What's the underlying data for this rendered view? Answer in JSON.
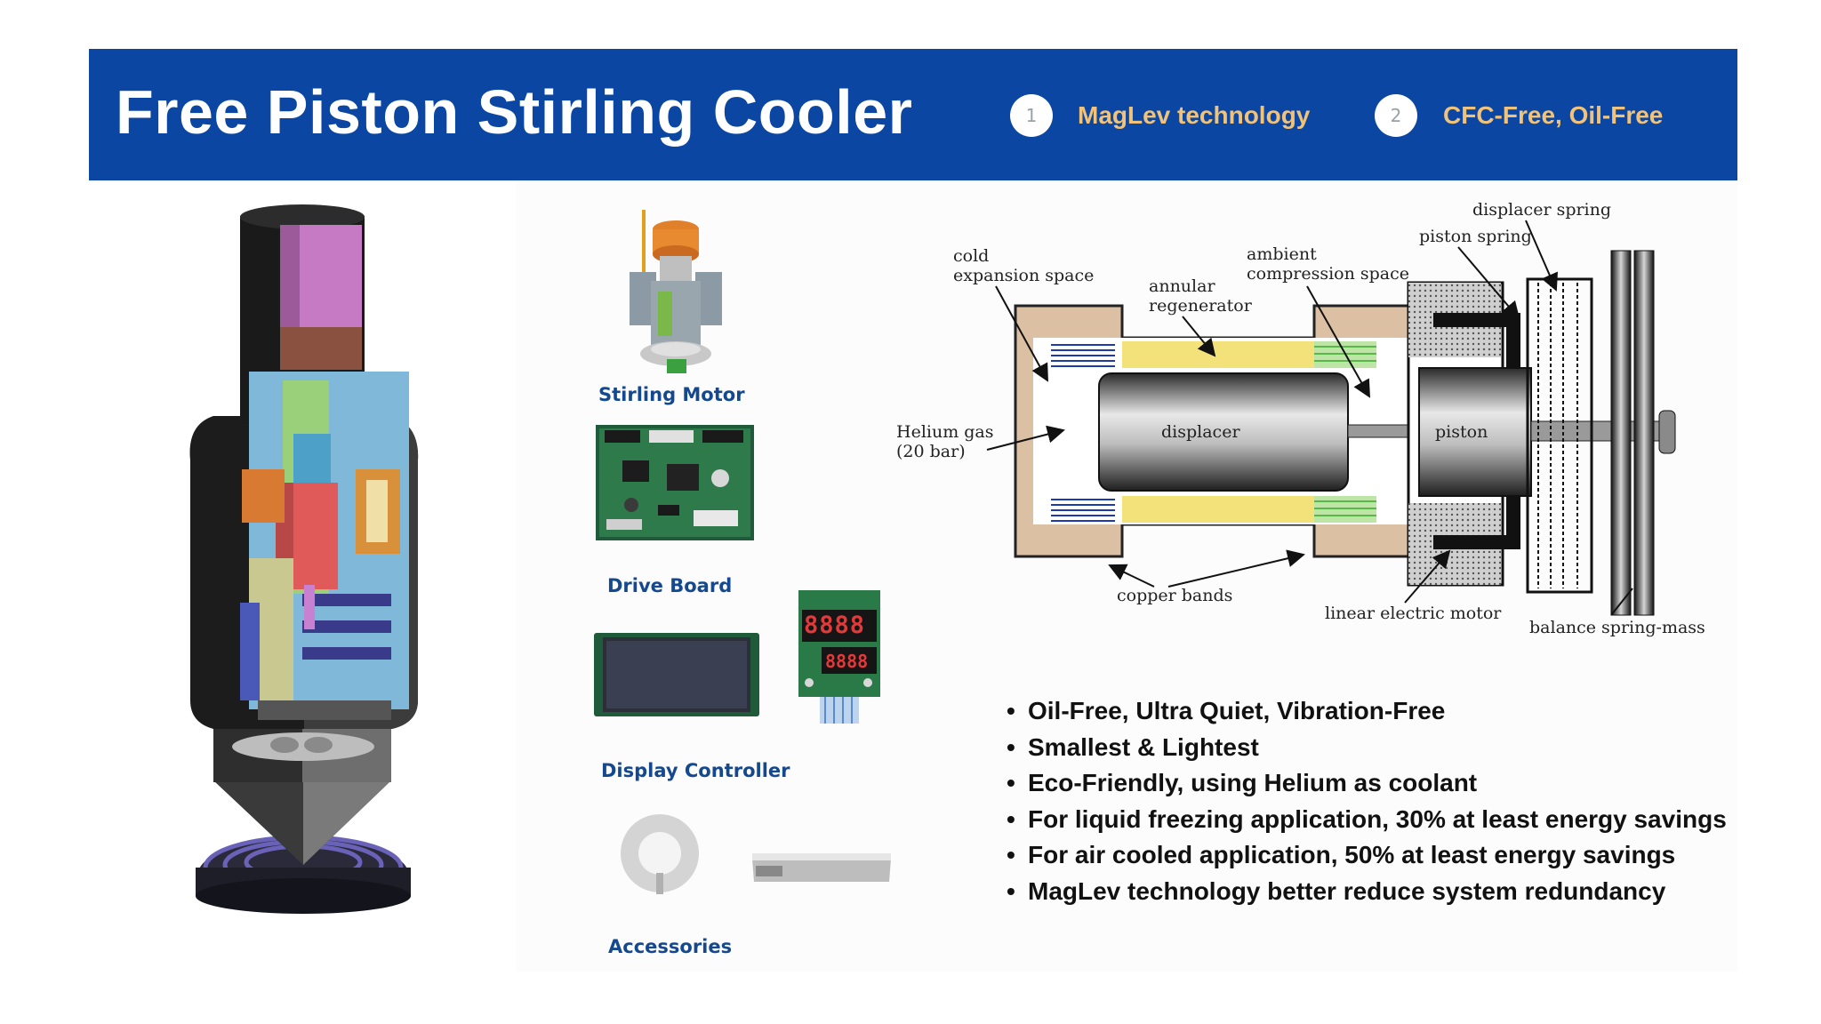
{
  "header": {
    "title": "Free Piston Stirling Cooler",
    "features": [
      {
        "number": "1",
        "label": "MagLev technology"
      },
      {
        "number": "2",
        "label": "CFC-Free,  Oil-Free"
      }
    ]
  },
  "products": {
    "stirling_motor": "Stirling Motor",
    "drive_board": "Drive Board",
    "display_controller": "Display Controller",
    "accessories": "Accessories",
    "display_digits_1": "8888",
    "display_digits_2": "8888"
  },
  "diagram": {
    "labels": {
      "cold_1": "cold",
      "cold_2": "expansion space",
      "annular_1": "annular",
      "annular_2": "regenerator",
      "ambient_1": "ambient",
      "ambient_2": "compression space",
      "displacer_spring": "displacer spring",
      "piston_spring": "piston spring",
      "helium_1": "Helium gas",
      "helium_2": "(20 bar)",
      "displacer": "displacer",
      "piston": "piston",
      "copper_bands": "copper bands",
      "linear_motor": "linear electric motor",
      "balance": "balance spring-mass"
    }
  },
  "bullets": [
    "Oil-Free, Ultra Quiet, Vibration-Free",
    "Smallest & Lightest",
    "Eco-Friendly, using Helium as coolant",
    "For liquid freezing application, 30% at least energy savings",
    "For air cooled application, 50% at least energy savings",
    "MagLev technology better reduce system redundancy"
  ],
  "colors": {
    "banner": "#0b46a2",
    "feature_text": "#f0c27a",
    "caption_text": "#14488f"
  }
}
